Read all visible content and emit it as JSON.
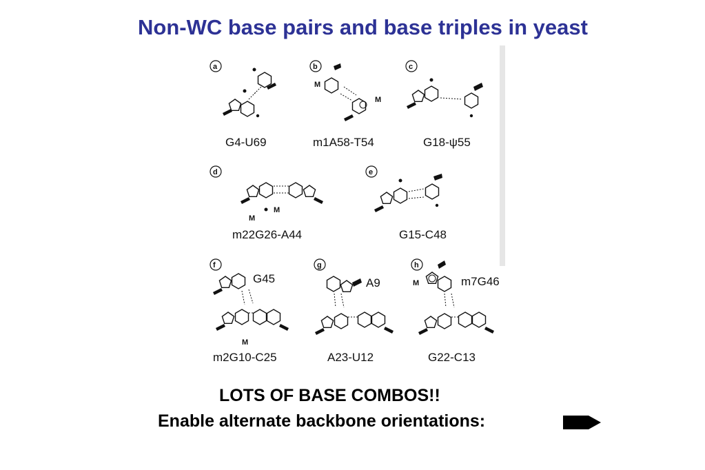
{
  "slide": {
    "title": "Non-WC base pairs and base triples in yeast",
    "line1": "LOTS OF BASE COMBOS!!",
    "line2": "Enable alternate backbone orientations:",
    "arrow_icon": "black-right-arrow-icon"
  },
  "figure": {
    "panels": [
      {
        "tag": "a",
        "label": "G4-U69"
      },
      {
        "tag": "b",
        "label": "m1A58-T54"
      },
      {
        "tag": "c",
        "label": "G18-ψ55"
      },
      {
        "tag": "d",
        "label": "m22G26-A44"
      },
      {
        "tag": "e",
        "label": "G15-C48"
      },
      {
        "tag": "f",
        "label": "m2G10-C25",
        "third": "G45"
      },
      {
        "tag": "g",
        "label": "A23-U12",
        "third": "A9"
      },
      {
        "tag": "h",
        "label": "G22-C13",
        "third": "m7G46"
      }
    ],
    "methyl_mark": "M"
  }
}
